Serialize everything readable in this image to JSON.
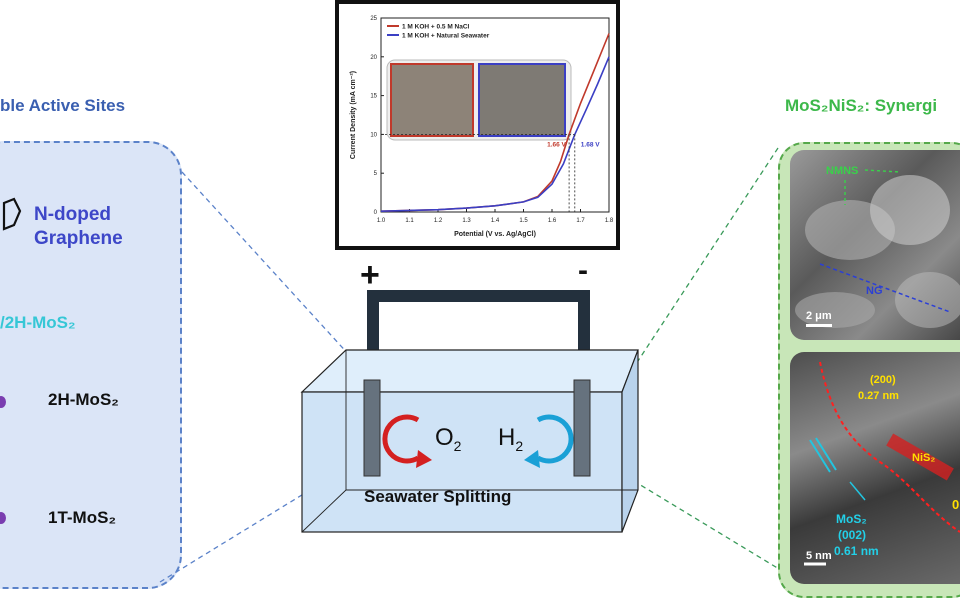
{
  "left_panel": {
    "title": "ble Active Sites",
    "ng_line1": "N-doped",
    "ng_line2": "Graphene",
    "mix_label": "/2H-MoS₂",
    "mos2_2h": "2H-MoS₂",
    "mos2_1t": "1T-MoS₂"
  },
  "right_panel": {
    "title": "MoS₂NiS₂: Synergi",
    "sem": {
      "tag_nmns": "NMNS",
      "tag_ng": "NG",
      "scale": "2 μm"
    },
    "tem": {
      "plane_200": "(200)",
      "d_200": "0.27 nm",
      "nis2": "NiS₂",
      "mos2": "MoS₂",
      "plane_002": "(002)",
      "d_002": "0.61 nm",
      "scale": "5 nm",
      "edge_o": "0"
    }
  },
  "cell": {
    "plus": "+",
    "minus": "-",
    "o2": "O",
    "o2_sub": "2",
    "h2": "H",
    "h2_sub": "2",
    "label": "Seawater Splitting"
  },
  "colors": {
    "red_series": "#c0392b",
    "blue_series": "#3b3fc4",
    "left_accent": "#3a5fb0",
    "right_accent": "#3cb84a",
    "cyan": "#2ab0d8"
  },
  "chart_data": {
    "type": "line",
    "xlabel": "Potential (V vs. Ag/AgCl)",
    "ylabel": "Current Density (mA cm⁻²)",
    "xlim": [
      1.0,
      1.8
    ],
    "ylim": [
      0,
      25
    ],
    "xticks": [
      "1.0",
      "1.1",
      "1.2",
      "1.3",
      "1.4",
      "1.5",
      "1.6",
      "1.7",
      "1.8"
    ],
    "yticks": [
      "0",
      "5",
      "10",
      "15",
      "20",
      "25"
    ],
    "legend_position": "top-left",
    "annotations": [
      {
        "text": "1.66 V",
        "x": 1.66,
        "y": 10,
        "color": "#c0392b"
      },
      {
        "text": "1.68 V",
        "x": 1.68,
        "y": 10,
        "color": "#3b3fc4"
      }
    ],
    "series": [
      {
        "name": "1 M KOH + 0.5 M NaCl",
        "color": "#c0392b",
        "x": [
          1.0,
          1.1,
          1.2,
          1.3,
          1.4,
          1.5,
          1.55,
          1.6,
          1.63,
          1.66,
          1.7,
          1.75,
          1.8
        ],
        "y": [
          0.1,
          0.2,
          0.3,
          0.5,
          0.8,
          1.3,
          2.0,
          4.0,
          6.5,
          10,
          14,
          18.5,
          23
        ]
      },
      {
        "name": "1 M KOH + Natural Seawater",
        "color": "#3b3fc4",
        "x": [
          1.0,
          1.1,
          1.2,
          1.3,
          1.4,
          1.5,
          1.55,
          1.6,
          1.64,
          1.68,
          1.72,
          1.76,
          1.8
        ],
        "y": [
          0.1,
          0.2,
          0.3,
          0.5,
          0.8,
          1.3,
          1.9,
          3.6,
          6.2,
          10,
          13.2,
          16.5,
          20
        ]
      }
    ]
  }
}
